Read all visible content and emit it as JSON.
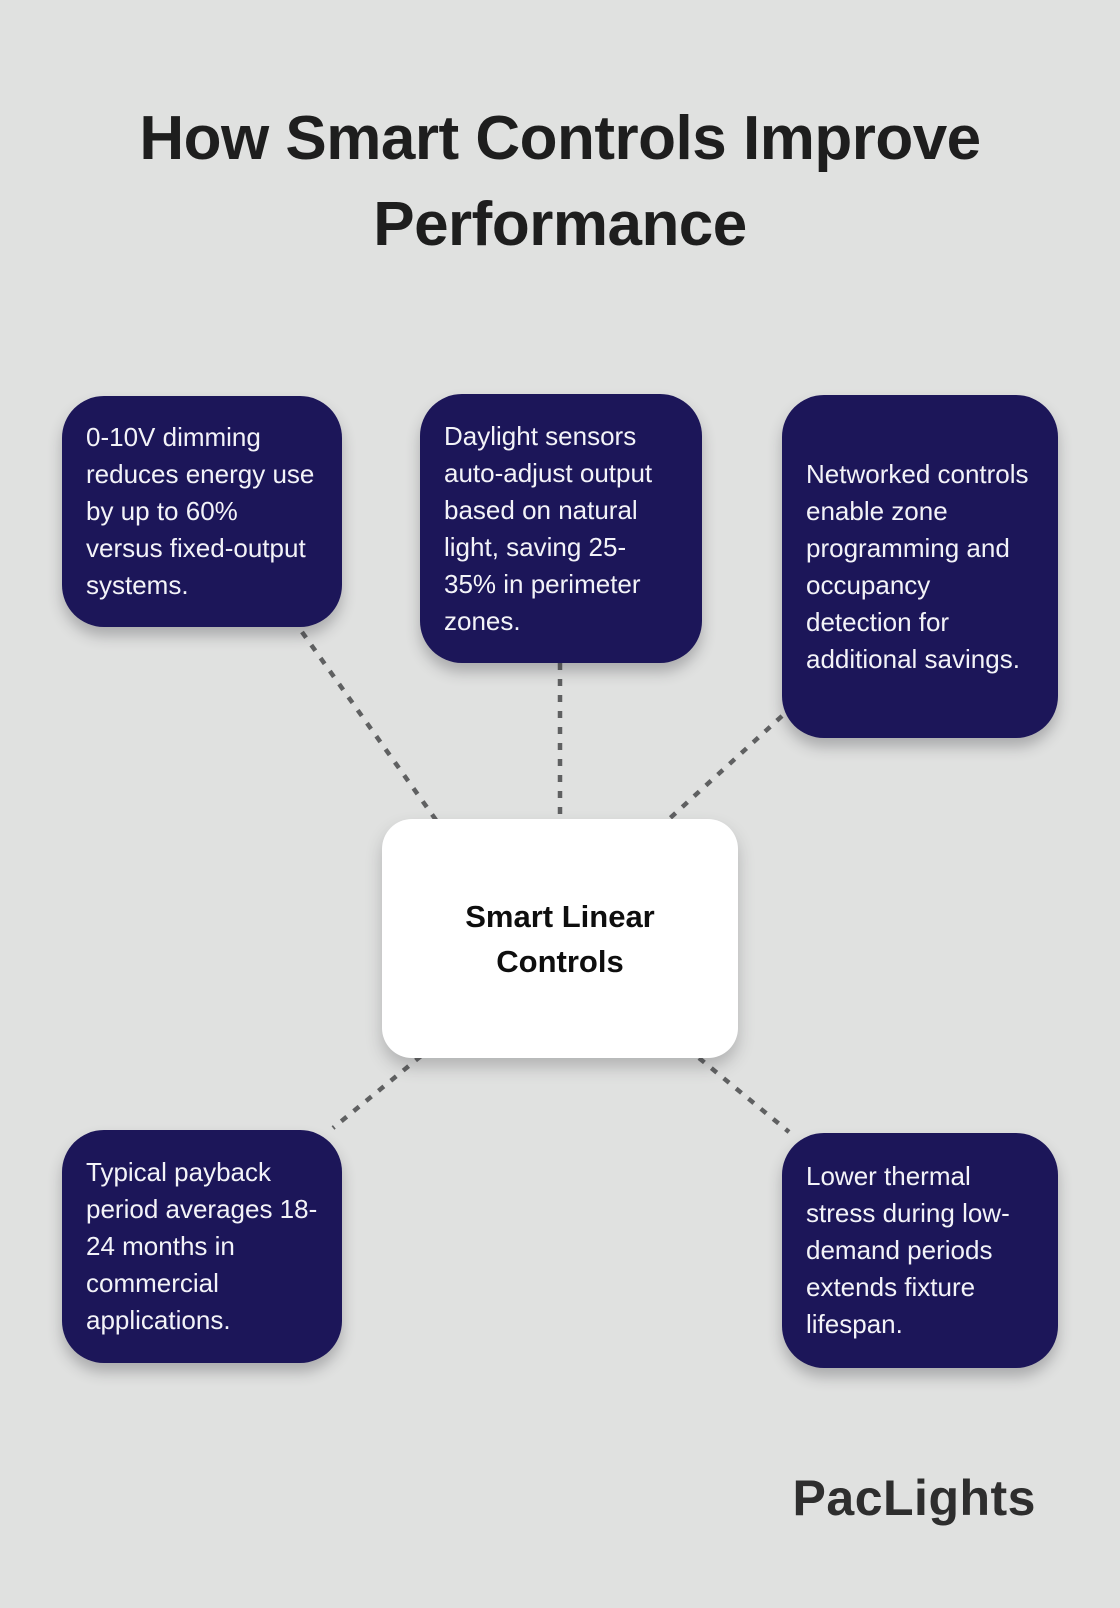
{
  "title": {
    "line1": "How Smart Controls Improve",
    "line2": "Performance"
  },
  "center": {
    "label": "Smart Linear Controls"
  },
  "nodes": [
    {
      "id": "top-left",
      "label": "0-10V dimming reduces energy use by up to 60% versus fixed-output systems."
    },
    {
      "id": "top-center",
      "label": "Daylight sensors auto-adjust output based on natural light, saving 25-35% in perimeter zones."
    },
    {
      "id": "top-right",
      "label": "Networked controls enable zone programming and occupancy detection for additional savings."
    },
    {
      "id": "bottom-left",
      "label": "Typical payback period averages 18-24 months in commercial applications."
    },
    {
      "id": "bottom-right",
      "label": "Lower thermal stress during low-demand periods extends fixture lifespan."
    }
  ],
  "logo": {
    "text": "PacLights"
  },
  "colors": {
    "background": "#e0e1e0",
    "node_bg": "#1c1659",
    "node_text": "#f3f3f8",
    "center_bg": "#ffffff",
    "center_text": "#0e0e0e",
    "connector": "#5f6061",
    "title_text": "#1e1e1e",
    "logo_text": "#2e2e2e"
  }
}
